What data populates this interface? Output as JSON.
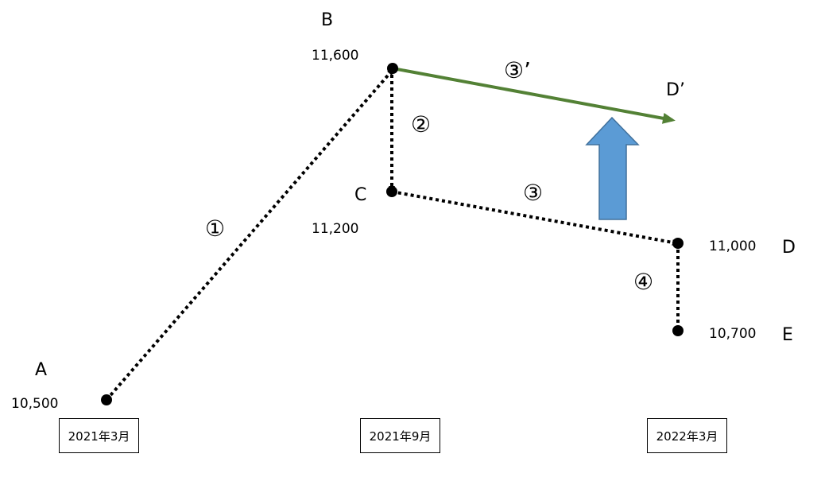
{
  "points": {
    "A": {
      "letter": "A",
      "value": "10,500"
    },
    "B": {
      "letter": "B",
      "value": "11,600"
    },
    "C": {
      "letter": "C",
      "value": "11,200"
    },
    "D": {
      "letter": "D",
      "value": "11,000"
    },
    "D_prime": {
      "letter": "D’"
    },
    "E": {
      "letter": "E",
      "value": "10,700"
    }
  },
  "steps": {
    "s1": "①",
    "s2": "②",
    "s3": "③",
    "s3_prime": "③’",
    "s4": "④"
  },
  "dates": [
    "2021年3月",
    "2021年9月",
    "2022年3月"
  ],
  "colors": {
    "dotted": "#000000",
    "green_line": "#538135",
    "up_arrow_fill": "#5b9bd5",
    "up_arrow_stroke": "#41719c"
  }
}
